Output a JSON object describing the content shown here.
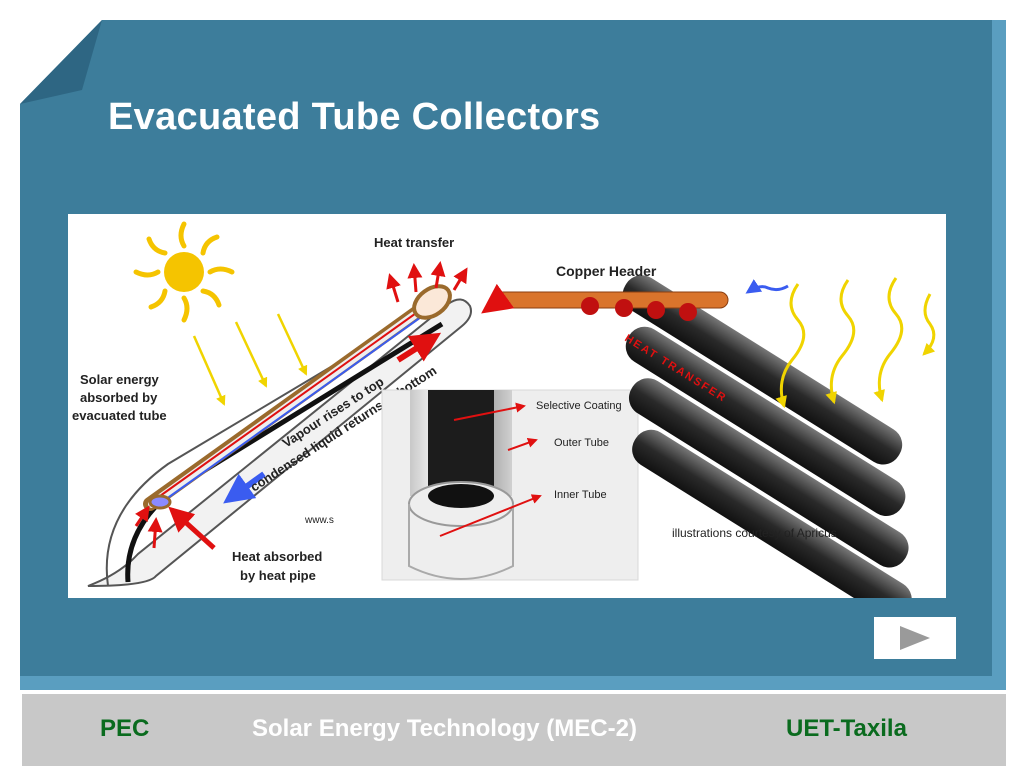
{
  "slide": {
    "title": "Evacuated Tube Collectors"
  },
  "figure": {
    "left_diagram": {
      "heat_transfer": "Heat transfer",
      "solar_energy_line1": "Solar energy",
      "solar_energy_line2": "absorbed by",
      "solar_energy_line3": "evacuated tube",
      "vapour": "Vapour rises to top",
      "condensed": "condensed liquid returns to bottom",
      "www": "www.s",
      "heat_absorbed_line1": "Heat absorbed",
      "heat_absorbed_line2": "by heat pipe"
    },
    "photo": {
      "selective_coating": "Selective Coating",
      "outer_tube": "Outer Tube",
      "inner_tube": "Inner Tube"
    },
    "right_diagram": {
      "copper_header": "Copper Header",
      "heat_transfer_band": "HEAT TRANSFER",
      "courtesy": "illustrations courtesy of Apricus"
    }
  },
  "footer": {
    "left": "PEC",
    "center": "Solar Energy Technology (MEC-2)",
    "right": "UET-Taxila"
  },
  "colors": {
    "panel": "#3d7d9b",
    "panel_shadow": "#5a9ec0",
    "footer_bg": "#c8c8c8",
    "footer_green": "#0a6b1e",
    "arrow_red": "#e01010",
    "arrow_blue": "#3a5cf0",
    "sun_yellow": "#f5c400",
    "copper": "#d9742c"
  },
  "icons": {
    "next": "play-triangle-icon"
  }
}
